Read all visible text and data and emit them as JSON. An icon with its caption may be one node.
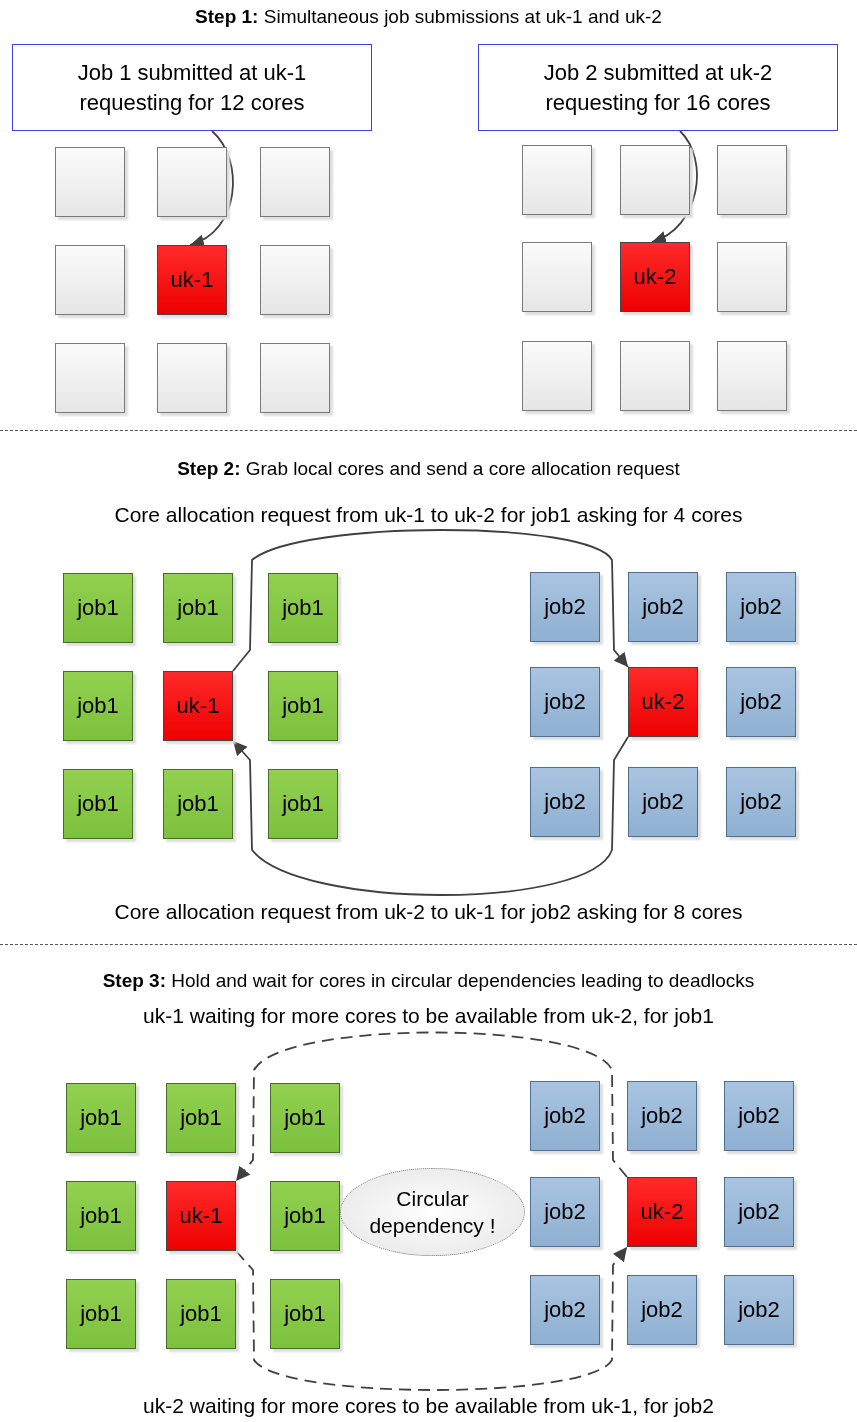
{
  "diagram": {
    "nodes": [
      {
        "text": [
          "Job 1 submitted at uk-1 requesting for 12 cores"
        ]
      },
      {
        "text": [
          "Job 2 submitted at uk-2 requesting for 16 cores"
        ]
      },
      {
        "text": [],
        "shape": "box"
      },
      {
        "text": [],
        "shape": "box"
      },
      {
        "text": [],
        "shape": "box"
      },
      {
        "text": [],
        "shape": "box"
      },
      {
        "text": [
          "uk-1"
        ]
      },
      {
        "text": [],
        "shape": "box"
      },
      {
        "text": [],
        "shape": "box"
      },
      {
        "text": [],
        "shape": "box"
      },
      {
        "text": [],
        "shape": "box"
      },
      {
        "text": [],
        "shape": "box"
      },
      {
        "text": [],
        "shape": "box"
      },
      {
        "text": [],
        "shape": "box"
      },
      {
        "text": [],
        "shape": "box"
      },
      {
        "text": [
          "uk-2"
        ]
      },
      {
        "text": [],
        "shape": "box"
      },
      {
        "text": [],
        "shape": "box"
      },
      {
        "text": [],
        "shape": "box"
      },
      {
        "text": [],
        "shape": "box"
      },
      {
        "text": [
          "job1"
        ]
      },
      {
        "text": [
          "job1"
        ]
      },
      {
        "text": [
          "job1"
        ]
      },
      {
        "text": [
          "job1"
        ]
      },
      {
        "text": [
          "uk-1"
        ]
      },
      {
        "text": [
          "job1"
        ]
      },
      {
        "text": [
          "job1"
        ]
      },
      {
        "text": [
          "job1"
        ]
      },
      {
        "text": [
          "job1"
        ]
      },
      {
        "text": [
          "job2"
        ]
      },
      {
        "text": [
          "job2"
        ]
      },
      {
        "text": [
          "job2"
        ]
      },
      {
        "text": [
          "job2"
        ]
      },
      {
        "text": [
          "uk-2"
        ]
      },
      {
        "text": [
          "job2"
        ]
      },
      {
        "text": [
          "job2"
        ]
      },
      {
        "text": [
          "job2"
        ]
      },
      {
        "text": [
          "job2"
        ]
      },
      {
        "text": [
          "job1"
        ]
      },
      {
        "text": [
          "job1"
        ]
      },
      {
        "text": [
          "job1"
        ]
      },
      {
        "text": [
          "job1"
        ]
      },
      {
        "text": [
          "uk-1"
        ]
      },
      {
        "text": [
          "job1"
        ]
      },
      {
        "text": [
          "job1"
        ]
      },
      {
        "text": [
          "job1"
        ]
      },
      {
        "text": [
          "job1"
        ]
      },
      {
        "text": [
          "Circular dependency !"
        ]
      },
      {
        "text": [
          "job2"
        ]
      },
      {
        "text": [
          "job2"
        ]
      },
      {
        "text": [
          "job2"
        ]
      },
      {
        "text": [
          "job2"
        ]
      },
      {
        "text": [
          "uk-2"
        ]
      },
      {
        "text": [
          "job2"
        ]
      },
      {
        "text": [
          "job2"
        ]
      },
      {
        "text": [
          "job2"
        ]
      },
      {
        "text": [
          "job2"
        ]
      }
    ],
    "edges": [
      {
        "from": 0,
        "to": 6,
        "arrow": "to"
      },
      {
        "from": 1,
        "to": 15,
        "arrow": "to"
      },
      {
        "from": 24,
        "to": 33,
        "arrow": "to",
        "label": "Core allocation request from uk-1 to uk-2 for job1 asking for 4 cores"
      },
      {
        "from": 33,
        "to": 24,
        "arrow": "to",
        "label": "Core allocation request from uk-2 to uk-1 for job2 asking for 8 cores"
      },
      {
        "from": 52,
        "to": 42,
        "arrow": "to",
        "style": "dashed",
        "label": "uk-1 waiting for more cores to be available from uk-2, for job1"
      },
      {
        "from": 42,
        "to": 52,
        "arrow": "to",
        "style": "dashed",
        "label": "uk-2 waiting for more cores to be available from uk-1, for job2"
      }
    ],
    "labels": [
      "**Step 1:** Simultaneous job submissions at uk-1 and uk-2",
      "**Step 2:** Grab local cores and send a core allocation request",
      "**Step 3:** Hold and wait for cores in circular dependencies leading to deadlocks"
    ]
  }
}
